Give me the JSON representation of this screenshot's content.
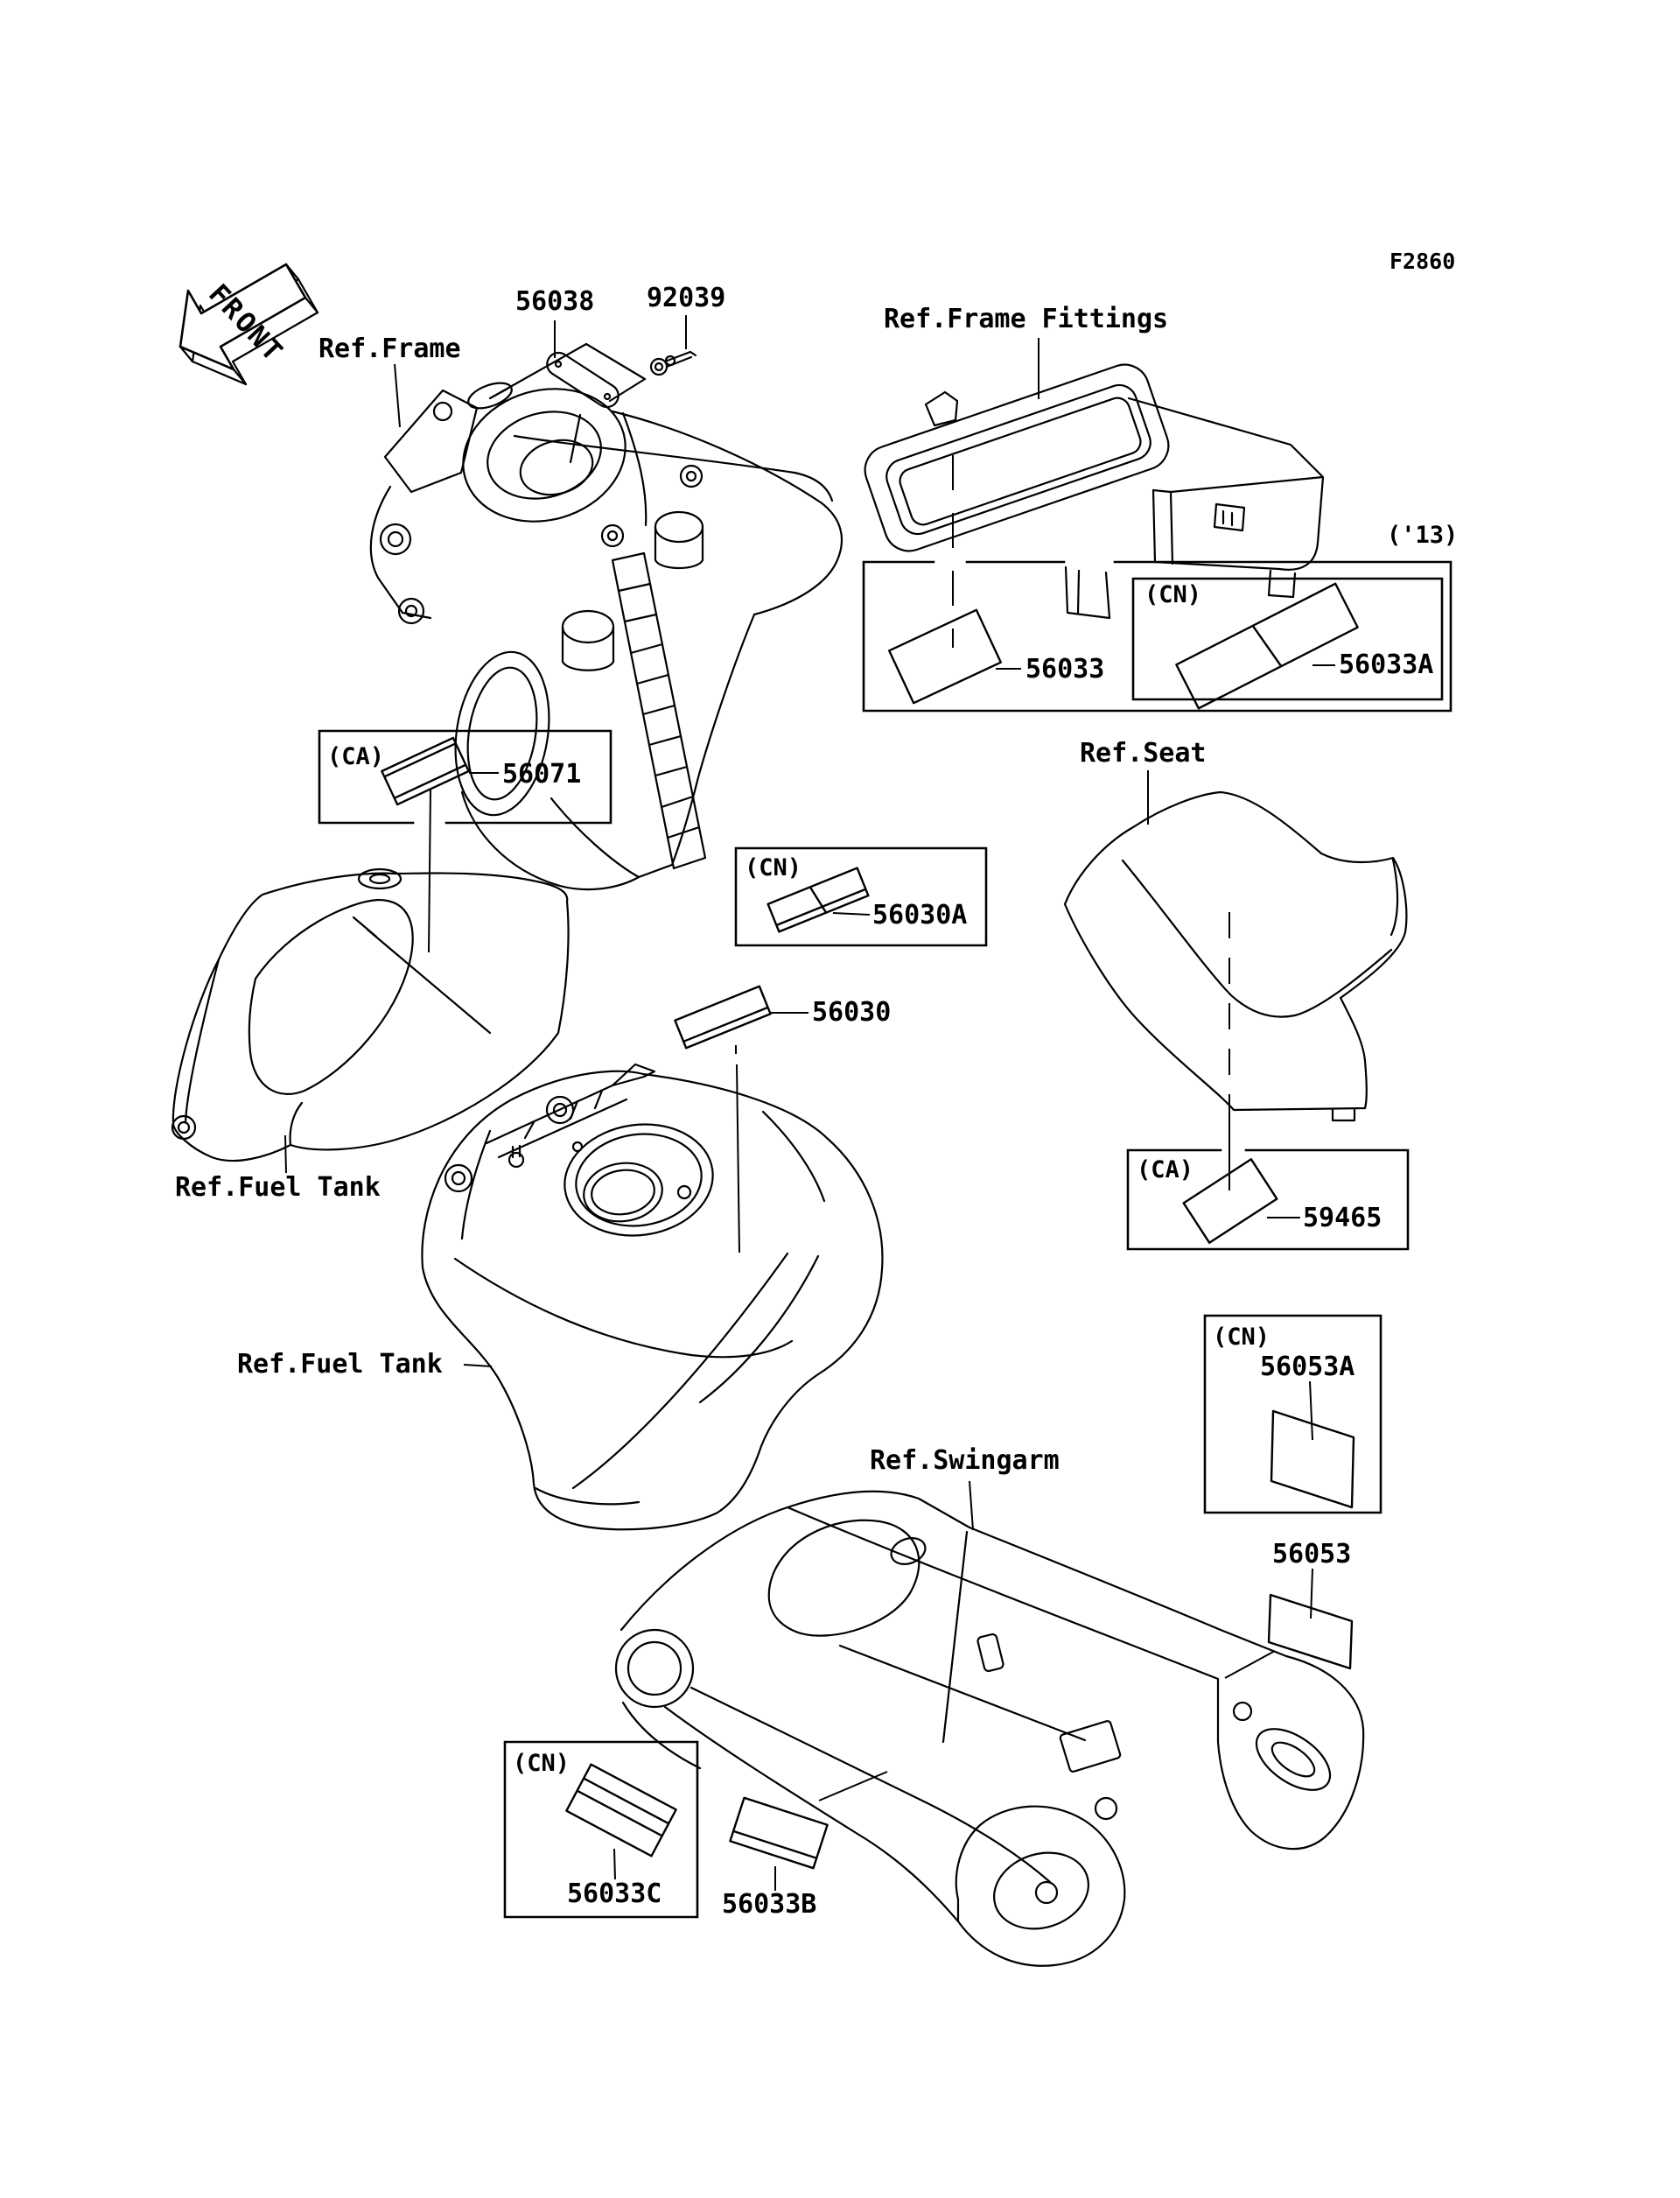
{
  "meta": {
    "figure_code": "F2860",
    "drawing_type": "motorcycle-labels-parts-diagram",
    "colors": {
      "line": "#000000",
      "background": "#ffffff"
    }
  },
  "labels": {
    "front": "FRONT",
    "figure_code": "F2860",
    "ref_frame": "Ref.Frame",
    "ref_frame_fittings": "Ref.Frame Fittings",
    "ref_seat": "Ref.Seat",
    "ref_fuel_tank_cover": "Ref.Fuel Tank",
    "ref_fuel_tank": "Ref.Fuel Tank",
    "ref_swingarm": "Ref.Swingarm",
    "year_13": "('13)",
    "ca_56071": "(CA)",
    "ca_59465": "(CA)",
    "cn_56033a": "(CN)",
    "cn_56030a": "(CN)",
    "cn_56053a": "(CN)",
    "cn_56033c": "(CN)",
    "part_56038": "56038",
    "part_92039": "92039",
    "part_56033": "56033",
    "part_56033a": "56033A",
    "part_56071": "56071",
    "part_56030a": "56030A",
    "part_56030": "56030",
    "part_59465": "59465",
    "part_56053a": "56053A",
    "part_56053": "56053",
    "part_56033c": "56033C",
    "part_56033b": "56033B"
  }
}
